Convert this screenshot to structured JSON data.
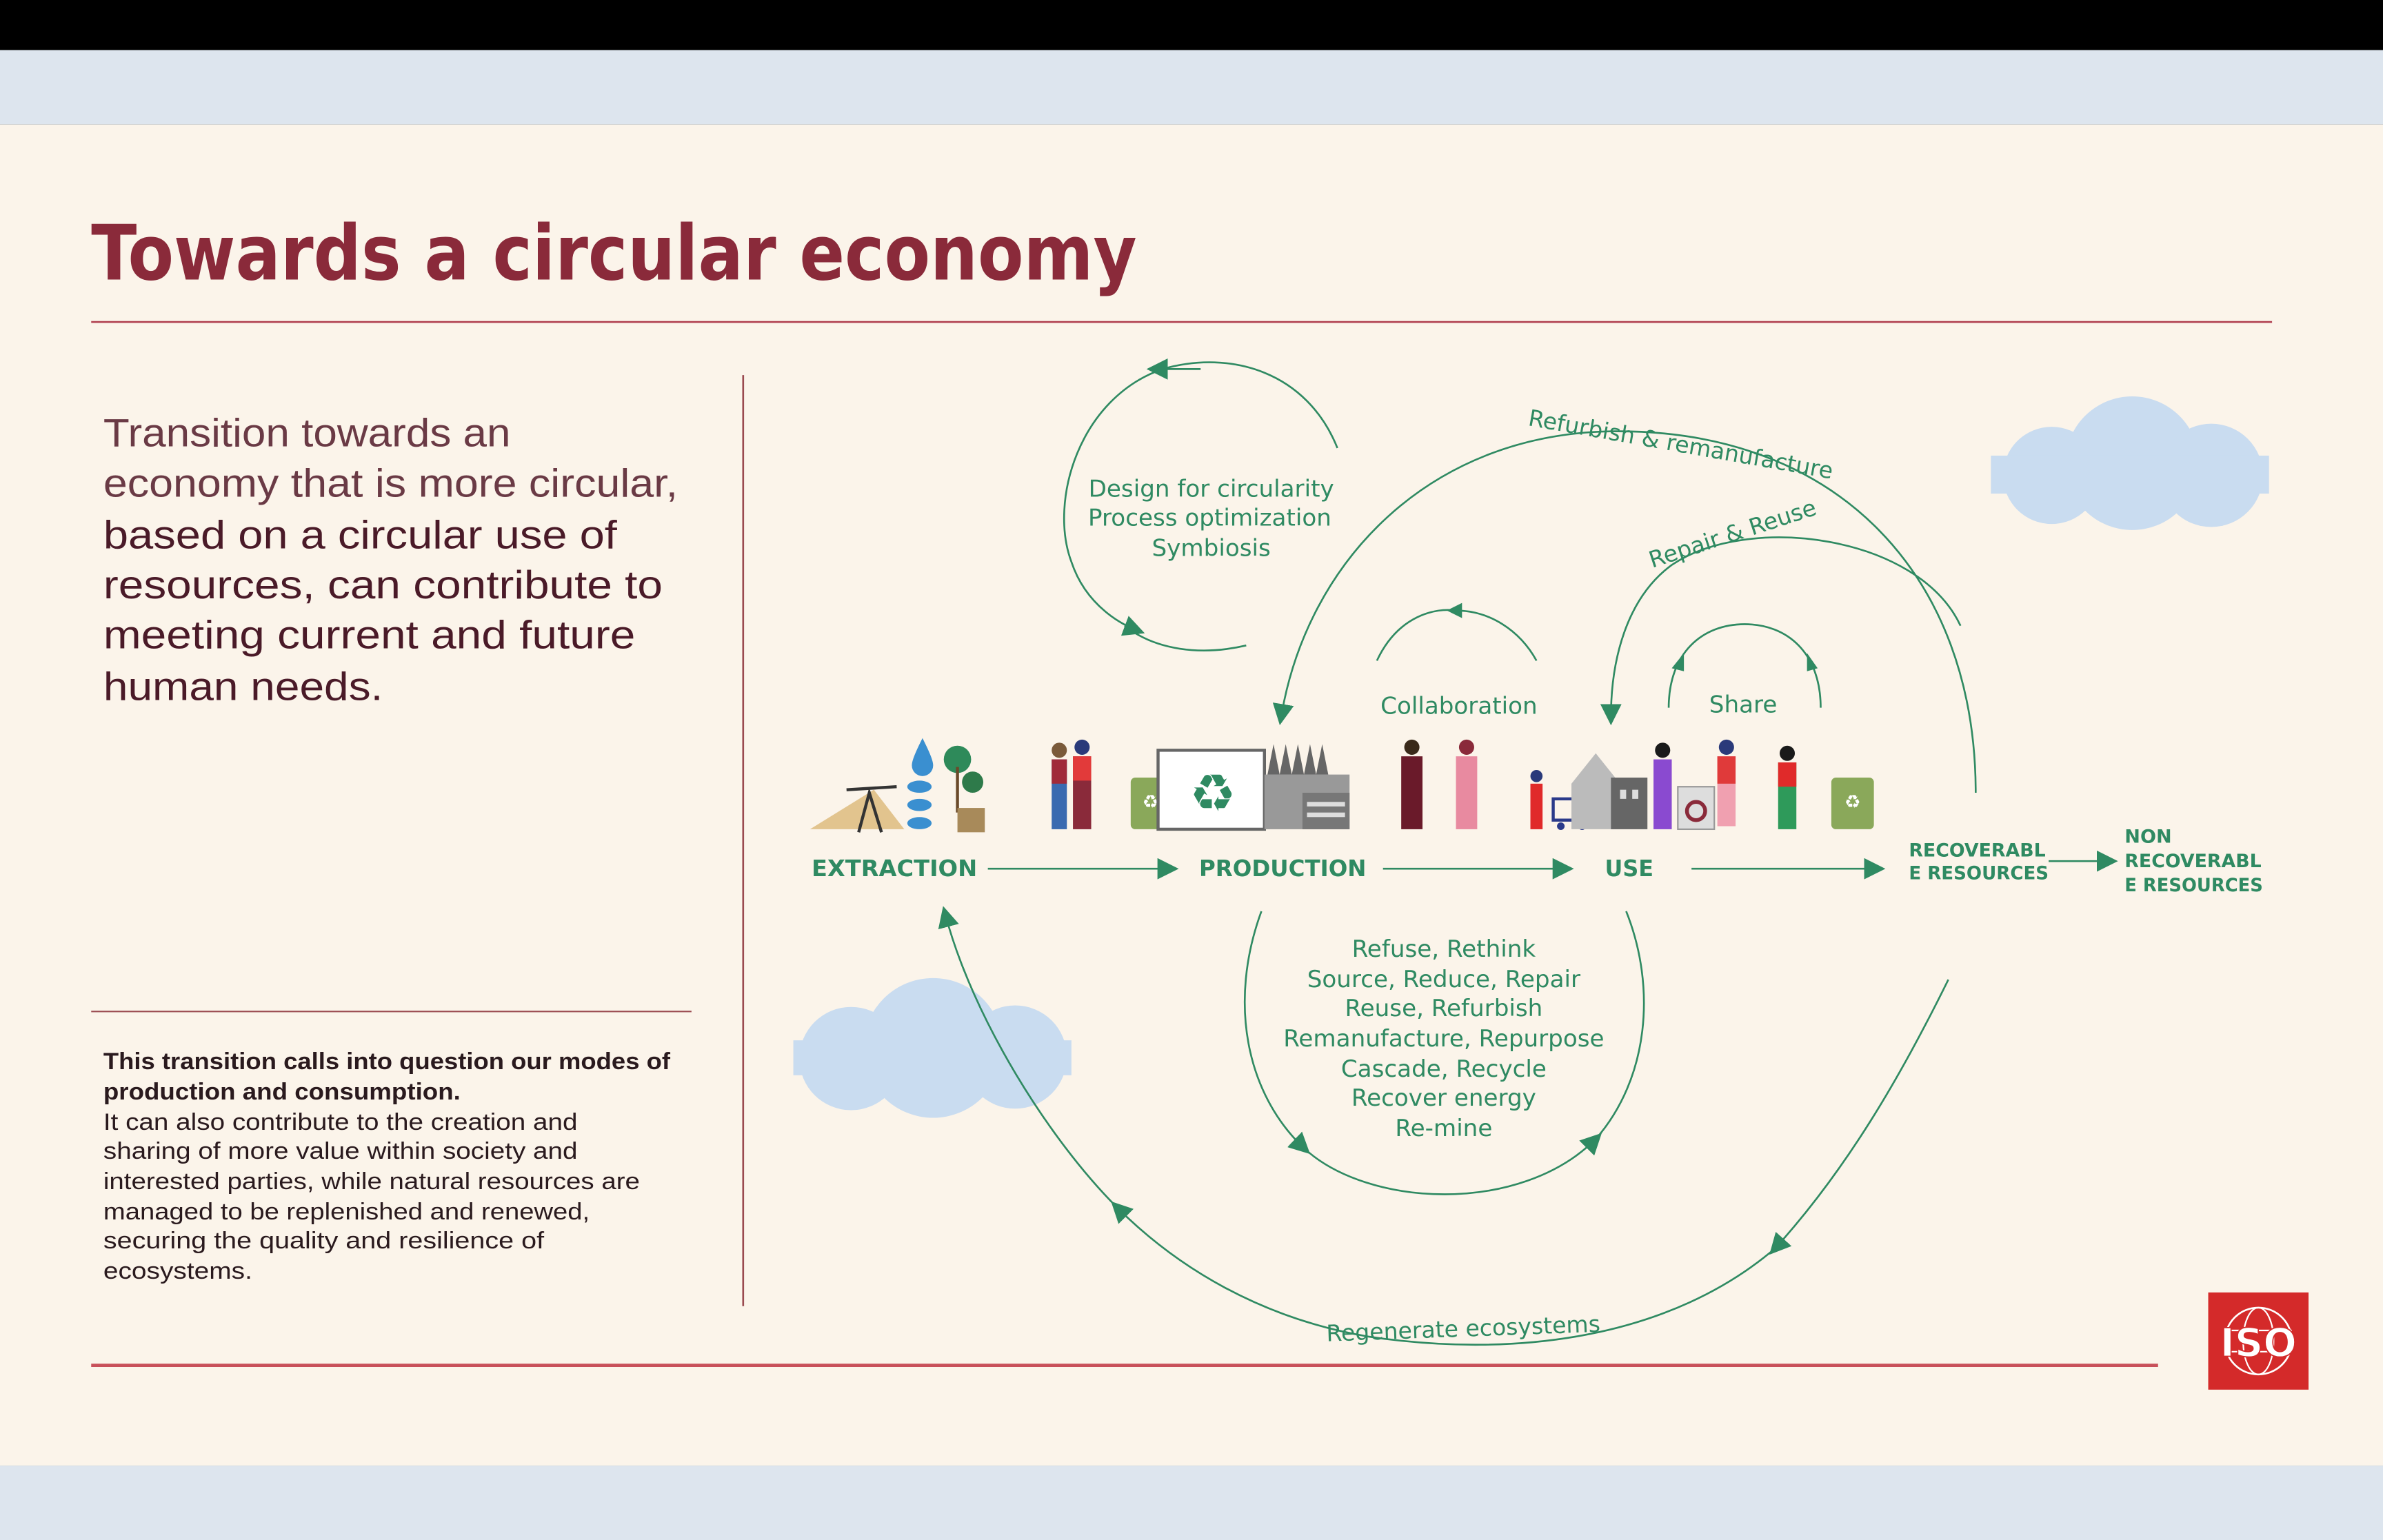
{
  "slide": {
    "title": "Towards a circular economy",
    "intro_light_lines": [
      "Transition towards an",
      "economy that is more circular,"
    ],
    "intro_bold_lines": [
      "based on a circular use of",
      "resources, can contribute to",
      "meeting current and future",
      "human needs."
    ],
    "note_bold_lines": [
      "This transition calls into question our modes of",
      "production and consumption."
    ],
    "note_lines": [
      "It can also contribute to the creation and",
      "sharing of more value within society and",
      "interested parties, while natural resources are",
      "managed to be replenished and renewed,",
      "securing the quality and  resilience of",
      "ecosystems."
    ]
  },
  "diagram": {
    "design_lines": [
      "Design for circularity",
      "Process optimization",
      "Symbiosis"
    ],
    "refurbish": "Refurbish & remanufacture",
    "repair": "Repair & Reuse",
    "collaboration": "Collaboration",
    "share": "Share",
    "stages": {
      "extraction": "EXTRACTION",
      "production": "PRODUCTION",
      "use": "USE",
      "recoverable_lines": [
        "RECOVERABL",
        "E RESOURCES"
      ],
      "non_recoverable_lines": [
        "NON",
        "RECOVERABL",
        "E RESOURCES"
      ]
    },
    "strategies": [
      "Refuse, Rethink",
      "Source, Reduce, Repair",
      "Reuse, Refurbish",
      "Remanufacture, Repurpose",
      "Cascade, Recycle",
      "Recover energy",
      "Re-mine"
    ],
    "regenerate": "Regenerate ecosystems"
  },
  "logo": {
    "text": "ISO"
  },
  "colors": {
    "title": "#8a2a3a",
    "green": "#2f8a62",
    "slide_bg": "#fbf4ea",
    "band": "#dde5ee",
    "cloud": "#c9dcf0",
    "iso_red": "#d42a2a"
  }
}
